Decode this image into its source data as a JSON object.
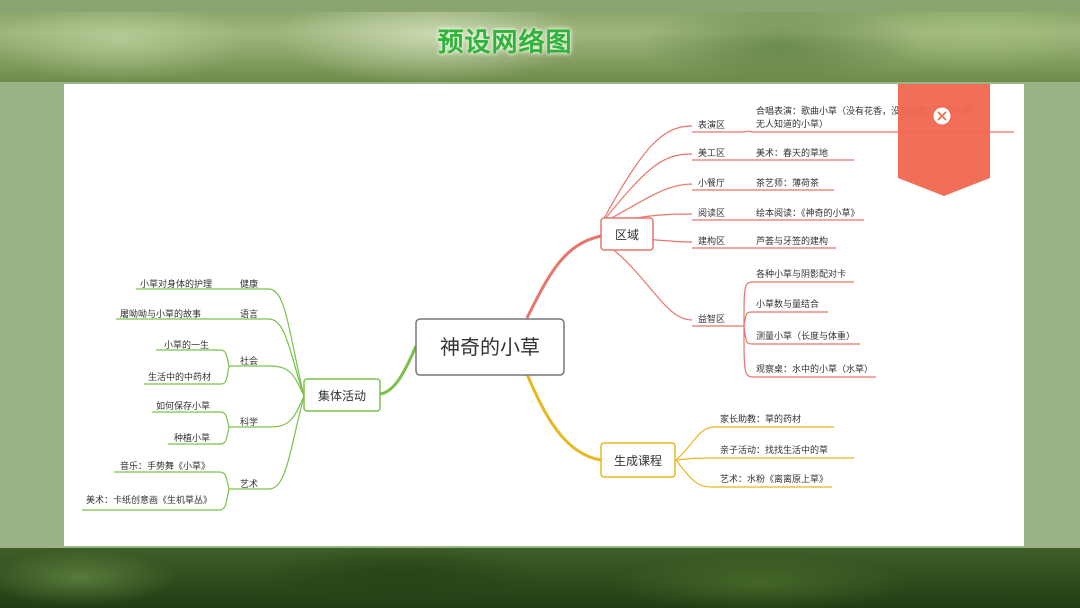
{
  "page": {
    "title": "预设网络图"
  },
  "mindmap": {
    "root": "神奇的小草",
    "branches": {
      "zones": {
        "label": "区域",
        "color": "#e8756a",
        "children": [
          {
            "label": "表演区",
            "items": [
              "合唱表演：歌曲小草（没有花香，没有树高，我是一颗",
              "无人知道的小草）"
            ]
          },
          {
            "label": "美工区",
            "items": [
              "美术：春天的草地"
            ]
          },
          {
            "label": "小餐厅",
            "items": [
              "茶艺师：薄荷茶"
            ]
          },
          {
            "label": "阅读区",
            "items": [
              "绘本阅读：《神奇的小草》"
            ]
          },
          {
            "label": "建构区",
            "items": [
              "芦荟与牙签的建构"
            ]
          },
          {
            "label": "益智区",
            "items": [
              "各种小草与阴影配对卡",
              "小草数与量结合",
              "测量小草（长度与体重）",
              "观察桌：水中的小草（水草）"
            ]
          }
        ]
      },
      "generated": {
        "label": "生成课程",
        "color": "#e8b820",
        "children": [
          "家长助教：草的药材",
          "亲子活动：找找生活中的草",
          "艺术：水粉《离离原上草》"
        ]
      },
      "group": {
        "label": "集体活动",
        "color": "#7cc04c",
        "children": [
          {
            "label": "健康",
            "items": [
              "小草对身体的护理"
            ]
          },
          {
            "label": "语言",
            "items": [
              "屠呦呦与小草的故事"
            ]
          },
          {
            "label": "社会",
            "items": [
              "小草的一生",
              "生活中的中药材"
            ]
          },
          {
            "label": "科学",
            "items": [
              "如何保存小草",
              "种植小草"
            ]
          },
          {
            "label": "艺术",
            "items": [
              "音乐：手势舞《小草》",
              "美术：卡纸创意画《生机草丛》"
            ]
          }
        ]
      }
    }
  },
  "colors": {
    "ribbon": "#f0674f",
    "title": "#2fb33a",
    "node_border": "#777777"
  },
  "icons": {
    "ribbon_badge": "close-icon"
  }
}
